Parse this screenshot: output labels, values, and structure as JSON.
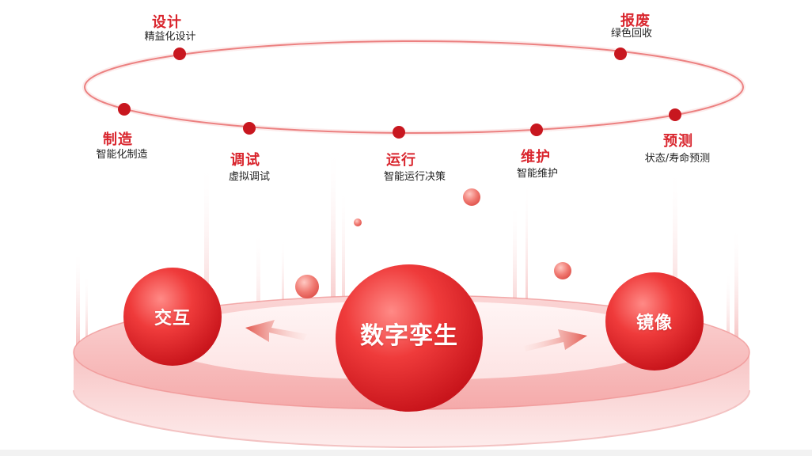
{
  "colors": {
    "accent": "#d9262e",
    "node_dot": "#c8171f",
    "text_dark": "#222222"
  },
  "lifecycle": {
    "nodes": [
      {
        "title": "设计",
        "desc": "精益化设计"
      },
      {
        "title": "报废",
        "desc": "绿色回收"
      },
      {
        "title": "制造",
        "desc": "智能化制造"
      },
      {
        "title": "调试",
        "desc": "虚拟调试"
      },
      {
        "title": "运行",
        "desc": "智能运行决策"
      },
      {
        "title": "维护",
        "desc": "智能维护"
      },
      {
        "title": "预测",
        "desc": "状态/寿命预测"
      }
    ]
  },
  "spheres": {
    "center": "数字孪生",
    "left": "交互",
    "right": "镜像"
  }
}
